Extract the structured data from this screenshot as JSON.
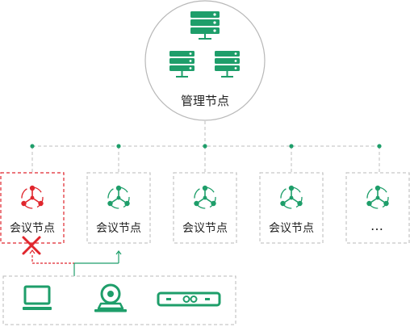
{
  "colors": {
    "green": "#1e9e6a",
    "red": "#e0262d",
    "gray": "#bdbdbd",
    "text": "#222222"
  },
  "management": {
    "label": "管理节点",
    "icon": "server-cluster-icon"
  },
  "meeting_nodes": [
    {
      "label": "会议节点",
      "state": "failed",
      "icon": "network-node-icon"
    },
    {
      "label": "会议节点",
      "state": "active",
      "icon": "network-node-icon"
    },
    {
      "label": "会议节点",
      "state": "normal",
      "icon": "network-node-icon"
    },
    {
      "label": "会议节点",
      "state": "normal",
      "icon": "network-node-icon"
    },
    {
      "label": "…",
      "state": "normal",
      "icon": "network-node-icon"
    }
  ],
  "devices": [
    {
      "icon": "laptop-icon"
    },
    {
      "icon": "conference-camera-icon"
    },
    {
      "icon": "video-bar-icon"
    }
  ]
}
